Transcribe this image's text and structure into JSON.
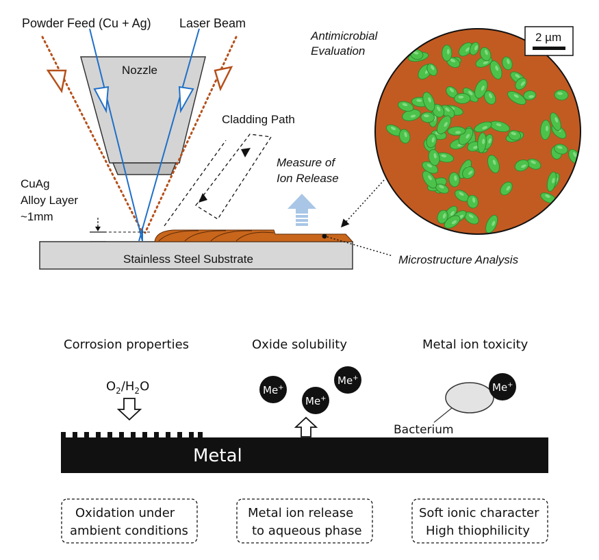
{
  "top": {
    "powder_feed": "Powder Feed (Cu + Ag)",
    "laser_beam": "Laser Beam",
    "nozzle": "Nozzle",
    "cladding_path": "Cladding Path",
    "alloy_layer_line1": "CuAg",
    "alloy_layer_line2": "Alloy Layer",
    "alloy_layer_line3": "~1mm",
    "measure_line1": "Measure of",
    "measure_line2": "Ion Release",
    "substrate": "Stainless Steel Substrate",
    "microstructure": "Microstructure Analysis",
    "antimicrobial_line1": "Antimicrobial",
    "antimicrobial_line2": "Evaluation",
    "scale_bar": "2 µm"
  },
  "bottom": {
    "corrosion_title": "Corrosion properties",
    "oxide_title": "Oxide solubility",
    "toxicity_title": "Metal ion toxicity",
    "o2": "O",
    "o2_sub": "2",
    "slash": "/H",
    "h2o_sub": "2",
    "h2o_o": "O",
    "me": "Me",
    "me_sup": "+",
    "bacterium": "Bacterium",
    "metal": "Metal",
    "box1_line1": "Oxidation under",
    "box1_line2": "ambient conditions",
    "box2_line1": "Metal ion release",
    "box2_line2": "to aqueous phase",
    "box3_line1": "Soft ionic character",
    "box3_line2": "High thiophilicity"
  },
  "colors": {
    "powder": "#b5501a",
    "laser": "#1f6fc8",
    "clad": "#c8661c",
    "bacteria": "#4cc24a",
    "micrograph_bg": "#c25b22",
    "ion_arrow": "#a9c6e6"
  }
}
